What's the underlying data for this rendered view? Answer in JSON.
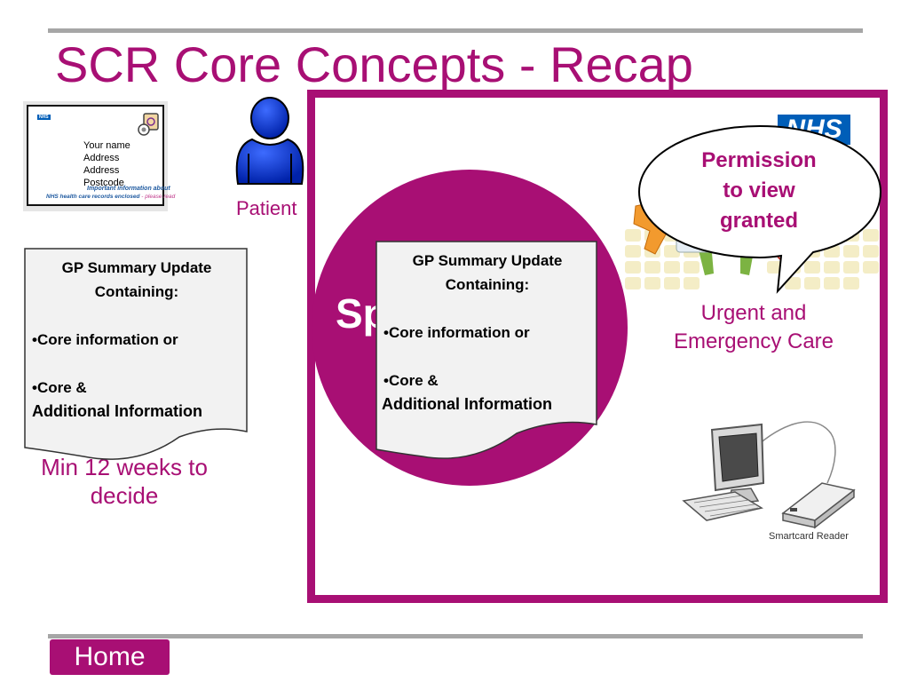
{
  "slide": {
    "title": "SCR Core Concepts - Recap"
  },
  "leaflet": {
    "nhs_mark": "NHS",
    "address_lines": [
      "Your name",
      "Address",
      "Address",
      "Postcode"
    ],
    "important_line": "Important information about",
    "records_line": "NHS health care records enclosed",
    "records_suffix": " - please read"
  },
  "patient": {
    "label": "Patient"
  },
  "decision": {
    "line1": "Min 12 weeks to",
    "line2": "decide"
  },
  "gp_summary_left": {
    "heading1": "GP Summary Update",
    "heading2": "Containing:",
    "bullet1": "•Core information or",
    "bullet2a": "•Core &",
    "bullet2b": "Additional Information"
  },
  "spine_circle": {
    "label": "Sp"
  },
  "gp_summary_center": {
    "heading1": "GP Summary Update",
    "heading2": "Containing:",
    "bullet1": "•Core information or",
    "bullet2a": "•Core  &",
    "bullet2b": "Additional Information"
  },
  "nhs_logo": {
    "text": "NHS"
  },
  "callout": {
    "line1": "Permission",
    "line2": "to view",
    "line3": "granted"
  },
  "urgent_care": {
    "line1": "Urgent and",
    "line2": "Emergency Care"
  },
  "smartcard": {
    "label": "Smartcard Reader"
  },
  "nav": {
    "home_label": "Home"
  },
  "colors": {
    "brand_magenta": "#a80f74",
    "nhs_blue": "#005eb8",
    "person_blue": "#0033cc",
    "rule_gray": "#a6a6a6"
  }
}
